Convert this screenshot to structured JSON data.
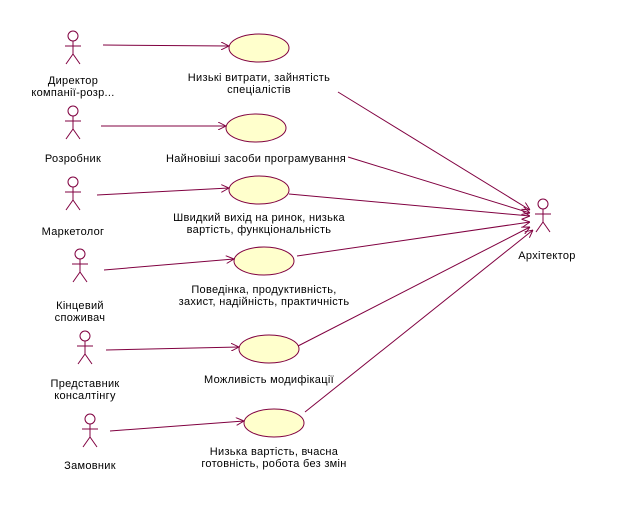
{
  "colors": {
    "line": "#800040",
    "usecase_fill": "#ffffcc",
    "actor_fill": "#ffffff",
    "text": "#000000"
  },
  "actors": [
    {
      "id": "director",
      "lines": [
        "Директор",
        "компанії-розр..."
      ]
    },
    {
      "id": "developer",
      "lines": [
        "Розробник"
      ]
    },
    {
      "id": "marketer",
      "lines": [
        "Маркетолог"
      ]
    },
    {
      "id": "end-user",
      "lines": [
        "Кінцевий",
        "споживач"
      ]
    },
    {
      "id": "consultant",
      "lines": [
        "Представник",
        "консалтінгу"
      ]
    },
    {
      "id": "customer",
      "lines": [
        "Замовник"
      ]
    },
    {
      "id": "architect",
      "lines": [
        "Архітектор"
      ]
    }
  ],
  "usecases": [
    {
      "id": "low-cost",
      "lines": [
        "Низькі витрати, зайнятість",
        "спеціалістів"
      ]
    },
    {
      "id": "newest-tools",
      "lines": [
        "Найновіші засоби програмування"
      ]
    },
    {
      "id": "time-to-market",
      "lines": [
        "Швидкий вихід на ринок, низька",
        "вартість, функціональність"
      ]
    },
    {
      "id": "behavior",
      "lines": [
        "Поведінка, продуктивність,",
        "захист, надійність, практичність"
      ]
    },
    {
      "id": "modifiability",
      "lines": [
        "Можливість модифікації"
      ]
    },
    {
      "id": "low-price",
      "lines": [
        "Низька вартість, вчасна",
        "готовність, робота без змін"
      ]
    }
  ]
}
